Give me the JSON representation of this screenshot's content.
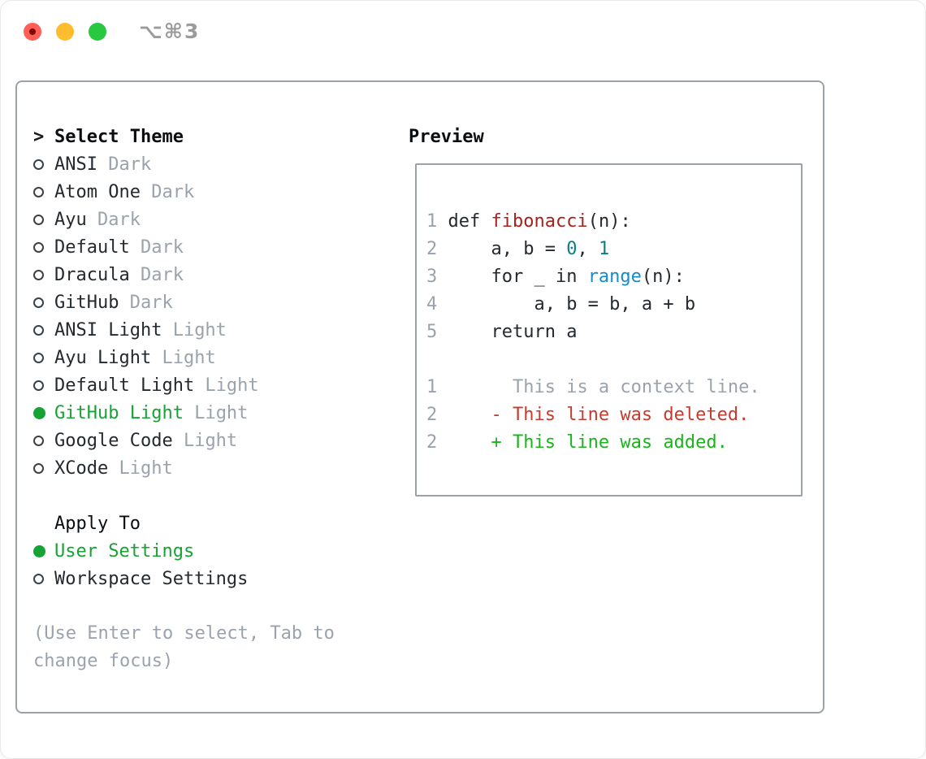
{
  "window": {
    "shortcut": "⌥⌘3",
    "traffic_lights": [
      {
        "name": "close",
        "color": "#ff5f57"
      },
      {
        "name": "minimize",
        "color": "#febc2e"
      },
      {
        "name": "zoom",
        "color": "#28c840"
      }
    ]
  },
  "theme_select": {
    "prompt": ">",
    "title": "Select Theme",
    "themes": [
      {
        "name": "ANSI",
        "tag": "Dark",
        "selected": false
      },
      {
        "name": "Atom One",
        "tag": "Dark",
        "selected": false
      },
      {
        "name": "Ayu",
        "tag": "Dark",
        "selected": false
      },
      {
        "name": "Default",
        "tag": "Dark",
        "selected": false
      },
      {
        "name": "Dracula",
        "tag": "Dark",
        "selected": false
      },
      {
        "name": "GitHub",
        "tag": "Dark",
        "selected": false
      },
      {
        "name": "ANSI Light",
        "tag": "Light",
        "selected": false
      },
      {
        "name": "Ayu Light",
        "tag": "Light",
        "selected": false
      },
      {
        "name": "Default Light",
        "tag": "Light",
        "selected": false
      },
      {
        "name": "GitHub Light",
        "tag": "Light",
        "selected": true
      },
      {
        "name": "Google Code",
        "tag": "Light",
        "selected": false
      },
      {
        "name": "XCode",
        "tag": "Light",
        "selected": false
      }
    ]
  },
  "apply_to": {
    "title": "Apply To",
    "options": [
      {
        "name": "User Settings",
        "selected": true
      },
      {
        "name": "Workspace Settings",
        "selected": false
      }
    ]
  },
  "hint": "(Use Enter to select, Tab to\nchange focus)",
  "preview": {
    "title": "Preview",
    "lines": [
      {
        "tokens": [
          {
            "t": "1 ",
            "c": "num"
          },
          {
            "t": "def ",
            "c": "fg"
          },
          {
            "t": "fibonacci",
            "c": "fn"
          },
          {
            "t": "(n):",
            "c": "fg"
          }
        ]
      },
      {
        "tokens": [
          {
            "t": "2 ",
            "c": "num"
          },
          {
            "t": "    a, b = ",
            "c": "fg"
          },
          {
            "t": "0",
            "c": "lit"
          },
          {
            "t": ", ",
            "c": "fg"
          },
          {
            "t": "1",
            "c": "lit"
          }
        ]
      },
      {
        "tokens": [
          {
            "t": "3 ",
            "c": "num"
          },
          {
            "t": "    for _ in ",
            "c": "fg"
          },
          {
            "t": "range",
            "c": "call"
          },
          {
            "t": "(n):",
            "c": "fg"
          }
        ]
      },
      {
        "tokens": [
          {
            "t": "4 ",
            "c": "num"
          },
          {
            "t": "        a, b = b, a + b",
            "c": "fg"
          }
        ]
      },
      {
        "tokens": [
          {
            "t": "5 ",
            "c": "num"
          },
          {
            "t": "    return a",
            "c": "fg"
          }
        ]
      },
      {
        "tokens": []
      },
      {
        "tokens": [
          {
            "t": "1 ",
            "c": "num"
          },
          {
            "t": "      This is a context line.",
            "c": "ctx"
          }
        ]
      },
      {
        "tokens": [
          {
            "t": "2 ",
            "c": "num"
          },
          {
            "t": "    - This line was deleted.",
            "c": "del"
          }
        ]
      },
      {
        "tokens": [
          {
            "t": "2 ",
            "c": "num"
          },
          {
            "t": "    + This line was added.",
            "c": "add"
          }
        ]
      }
    ]
  },
  "colors": {
    "text": "#24292e",
    "muted": "#9aa3ad",
    "selected_green": "#16a334",
    "function_red": "#a5231d",
    "number_teal": "#0d7e84",
    "call_blue": "#168bc9",
    "diff_deleted": "#c53b2e",
    "diff_added": "#1ab41a",
    "border": "#9aa1a9",
    "traffic_red": "#ff5f57",
    "traffic_yellow": "#febc2e",
    "traffic_green": "#28c840"
  }
}
